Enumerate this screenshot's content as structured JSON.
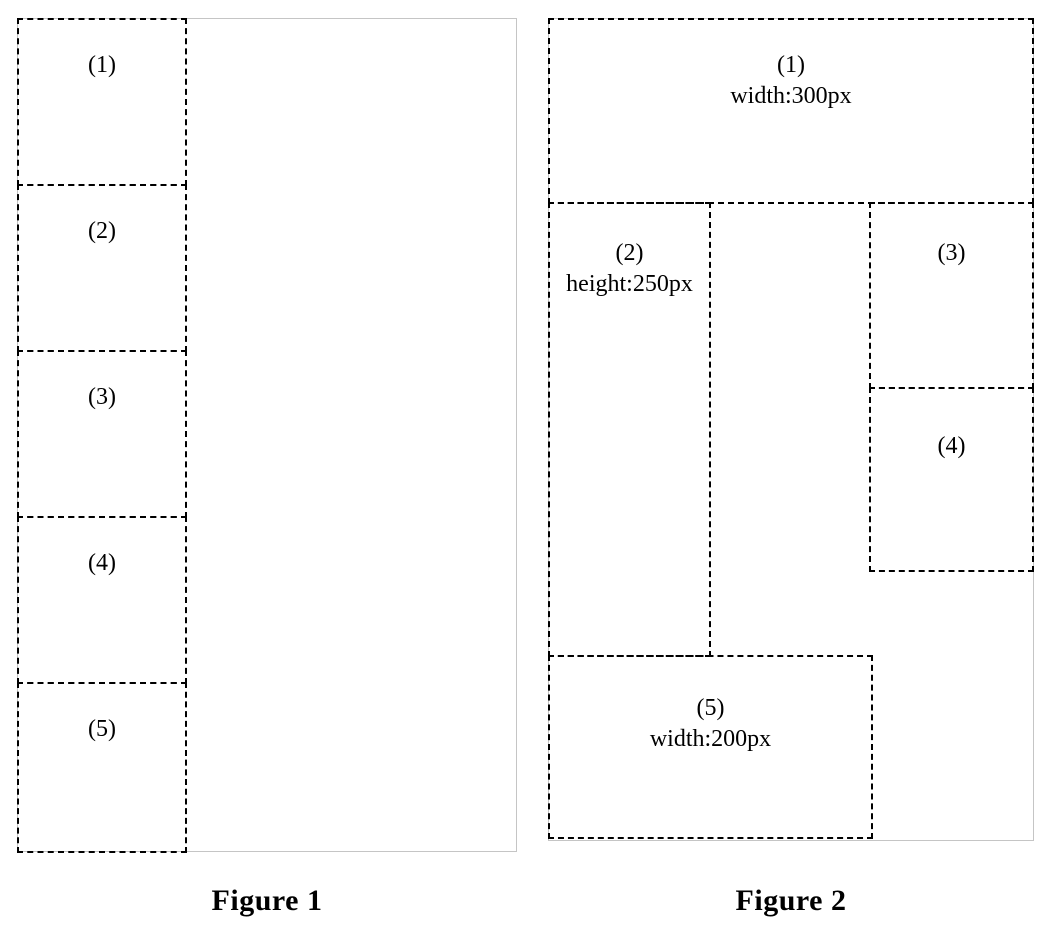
{
  "figure1": {
    "caption": "Figure 1",
    "boxes": [
      {
        "label": "(1)"
      },
      {
        "label": "(2)"
      },
      {
        "label": "(3)"
      },
      {
        "label": "(4)"
      },
      {
        "label": "(5)"
      }
    ]
  },
  "figure2": {
    "caption": "Figure 2",
    "boxes": [
      {
        "label": "(1)",
        "sublabel": "width:300px"
      },
      {
        "label": "(2)",
        "sublabel": "height:250px"
      },
      {
        "label": "(3)"
      },
      {
        "label": "(4)"
      },
      {
        "label": "(5)",
        "sublabel": "width:200px"
      }
    ]
  },
  "colors": {
    "box_border": "#000000",
    "container_border": "#c5c5c5",
    "text": "#000000",
    "background": "#ffffff"
  }
}
